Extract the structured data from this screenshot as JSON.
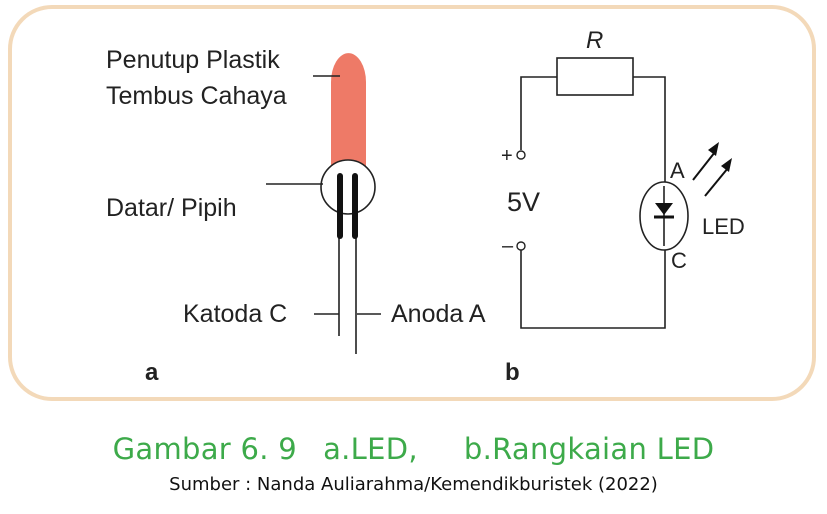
{
  "colors": {
    "frame_border": "#f3d9b9",
    "led_cap": "#ee7a67",
    "caption_green": "#3daa4a",
    "voltage_purple": "#8a2c9a",
    "plus_red": "#d2495c"
  },
  "panel_a": {
    "label_cap_line1": "Penutup Plastik",
    "label_cap_line2": "Tembus Cahaya",
    "label_flat": "Datar/ Pipih",
    "label_cathode": "Katoda C",
    "label_anode": "Anoda A",
    "panel_letter": "a"
  },
  "panel_b": {
    "resistor_label": "R",
    "plus_sign": "+",
    "minus_sign": "–",
    "voltage": "5V",
    "anode_letter": "A",
    "cathode_letter": "C",
    "led_label": "LED",
    "panel_letter": "b"
  },
  "caption": {
    "figure": "Gambar 6. 9",
    "part_a": "a.LED,",
    "part_b": "b.Rangkaian LED",
    "source": "Sumber : Nanda Auliarahma/Kemendikburistek (2022)"
  }
}
